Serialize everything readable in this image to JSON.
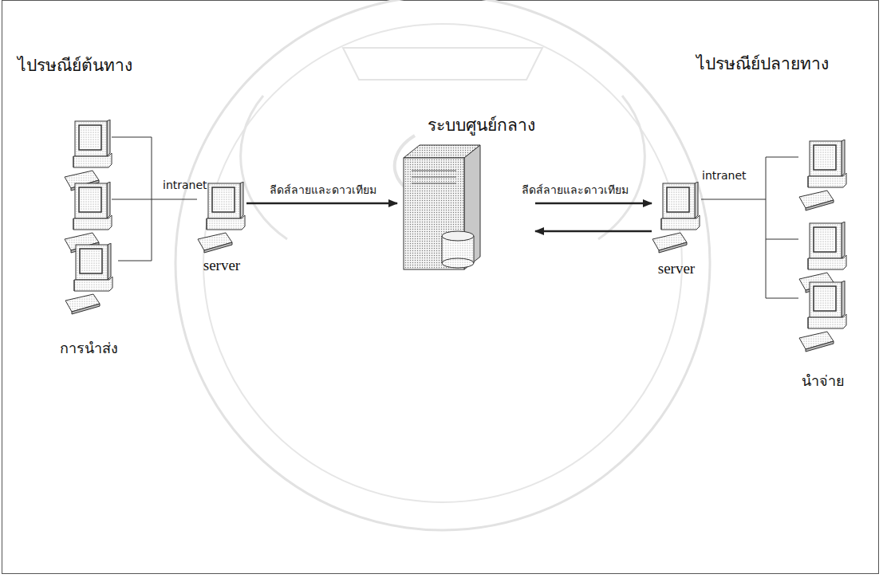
{
  "diagram": {
    "nodes": [
      {
        "text": [
          "การนำส่ง"
        ]
      },
      {
        "text": [
          "server"
        ]
      },
      {
        "text": [
          "ระบบศูนย์กลาง"
        ]
      },
      {
        "text": [
          "server"
        ]
      },
      {
        "text": [
          "นำจ่าย"
        ]
      }
    ],
    "edges": [
      {
        "from": 0,
        "to": 1,
        "arrow": "none"
      },
      {
        "from": 1,
        "to": 2,
        "arrow": "to",
        "label": "ลีดส์ลายและดาวเทียม"
      },
      {
        "from": 2,
        "to": 3,
        "arrow": "to",
        "label": "ลีดส์ลายและดาวเทียม"
      },
      {
        "from": 3,
        "to": 2,
        "arrow": "to"
      },
      {
        "from": 3,
        "to": 4,
        "arrow": "none"
      }
    ],
    "labels": [
      "ไปรษณีย์ต้นทาง",
      "ไปรษณีย์ปลายทาง",
      "intranet",
      "intranet"
    ]
  }
}
